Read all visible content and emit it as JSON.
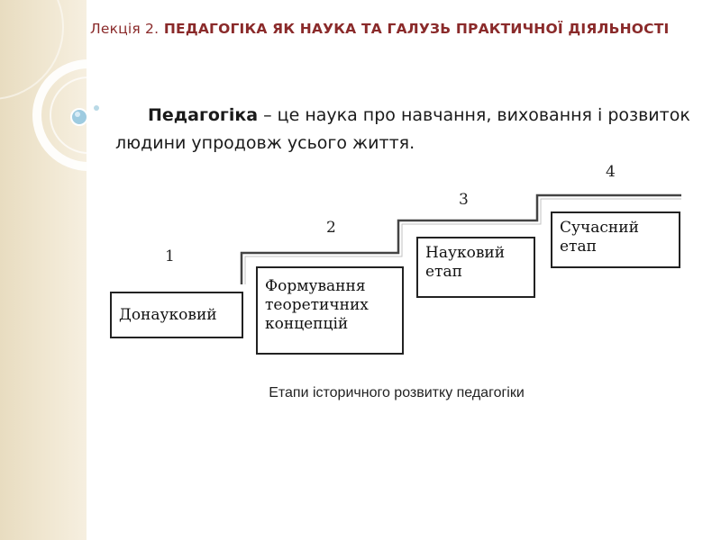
{
  "slide": {
    "title_prefix": "Лекція 2.",
    "title_main": "ПЕДАГОГІКА ЯК НАУКА ТА ГАЛУЗЬ ПРАКТИЧНОЇ ДІЯЛЬНОСТІ"
  },
  "definition": {
    "term": "Педагогіка",
    "text": " – це наука про  навчання, виховання і розвиток людини упродовж усього життя."
  },
  "diagram": {
    "stages": [
      {
        "number": "1",
        "label": "Донауковий"
      },
      {
        "number": "2",
        "label": "Формування теоретичних концепцій"
      },
      {
        "number": "3",
        "label": "Науковий етап"
      },
      {
        "number": "4",
        "label": "Сучасний етап"
      }
    ],
    "caption": "Етапи історичного розвитку педагогіки"
  },
  "colors": {
    "title": "#8a2a2a",
    "sidebar": "#efe5cf",
    "accent_circle": "#8fc6e0"
  }
}
